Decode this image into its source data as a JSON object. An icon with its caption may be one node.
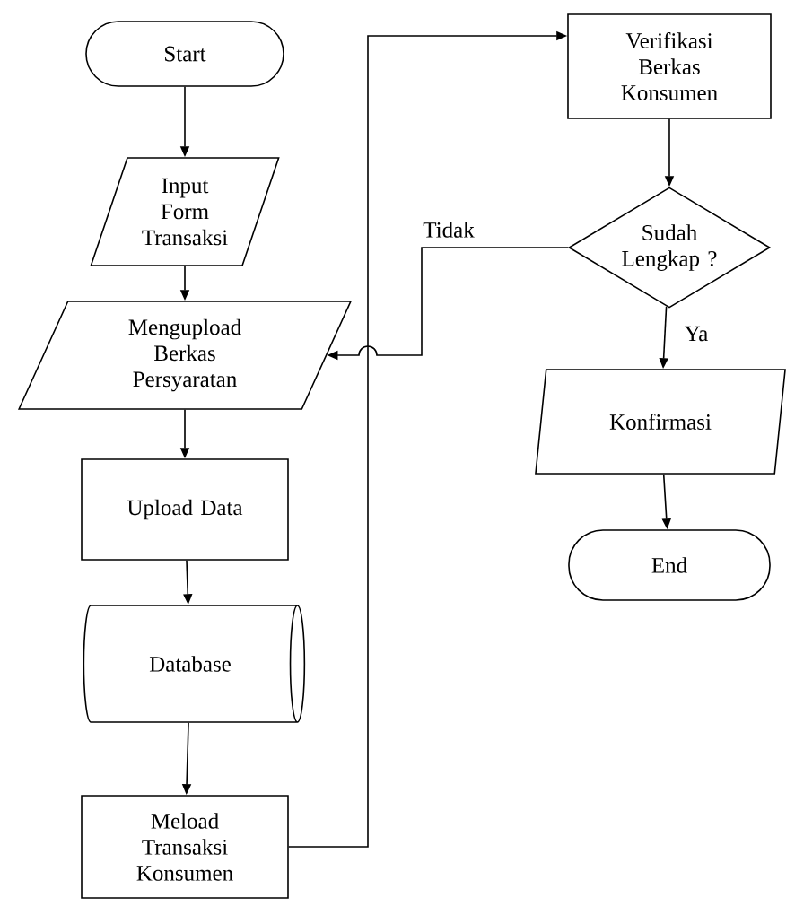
{
  "diagram": {
    "nodes": [
      {
        "text": [
          "Start"
        ]
      },
      {
        "text": [
          "Input Form Transaksi"
        ]
      },
      {
        "text": [
          "Mengupload Berkas Persyaratan"
        ]
      },
      {
        "text": [
          "Upload Data"
        ]
      },
      {
        "text": [
          "Database"
        ]
      },
      {
        "text": [
          "Meload Transaksi Konsumen"
        ]
      },
      {
        "text": [
          "Verifikasi Berkas Konsumen"
        ]
      },
      {
        "text": [
          "Sudah Lengkap ?"
        ]
      },
      {
        "text": [
          "Konfirmasi"
        ]
      },
      {
        "text": [
          "End"
        ]
      }
    ],
    "edges": [
      {
        "from": 0,
        "to": 1,
        "arrow": "to"
      },
      {
        "from": 1,
        "to": 2,
        "arrow": "to"
      },
      {
        "from": 2,
        "to": 3,
        "arrow": "to"
      },
      {
        "from": 3,
        "to": 4,
        "arrow": "to"
      },
      {
        "from": 4,
        "to": 5,
        "arrow": "to"
      },
      {
        "from": 5,
        "to": 6,
        "arrow": "to"
      },
      {
        "from": 6,
        "to": 7,
        "arrow": "to"
      },
      {
        "from": 7,
        "to": 2,
        "arrow": "to",
        "label": "Tidak"
      },
      {
        "from": 7,
        "to": 8,
        "arrow": "to",
        "label": "Ya"
      },
      {
        "from": 8,
        "to": 9,
        "arrow": "to"
      }
    ]
  }
}
